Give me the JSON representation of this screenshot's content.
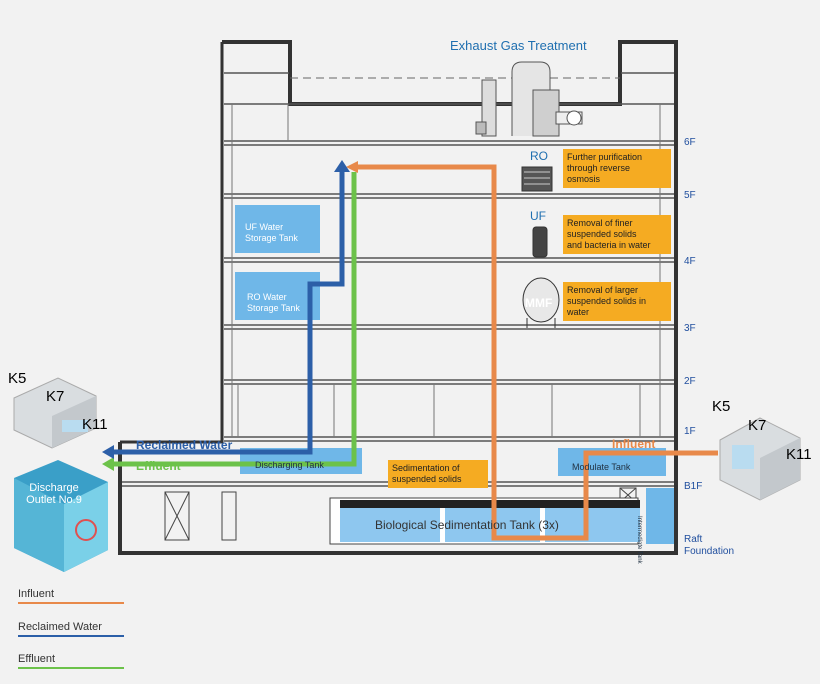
{
  "title": "Exhaust Gas Treatment",
  "floors": [
    "6F",
    "5F",
    "4F",
    "3F",
    "2F",
    "1F",
    "B1F",
    "Raft",
    "Foundation"
  ],
  "equipment": {
    "ro": {
      "label": "RO",
      "note": [
        "Further purification",
        "through reverse",
        "osmosis"
      ]
    },
    "uf": {
      "label": "UF",
      "note": [
        "Removal of finer",
        "suspended solids",
        "and bacteria in water"
      ]
    },
    "mmf": {
      "label": "MMF",
      "note": [
        "Removal of larger",
        "suspended solids in",
        "water"
      ]
    }
  },
  "tanks": {
    "uf_storage": [
      "UF Water",
      "Storage Tank"
    ],
    "ro_storage": [
      "RO Water",
      "Storage Tank"
    ],
    "discharging": "Discharging Tank",
    "modulate": "Modulate Tank",
    "intermediate": "Intermediate Tank",
    "biological": "Biological Sedimentation Tank (3x)"
  },
  "sedimentation_note": [
    "Sedimentation of",
    "suspended solids"
  ],
  "flows": {
    "reclaimed": "Reclaimed Water",
    "effluent": "Effluent",
    "influent": "Influent"
  },
  "buildings_left": [
    "K5",
    "K7",
    "K11"
  ],
  "buildings_right": [
    "K5",
    "K7",
    "K11"
  ],
  "outlet": [
    "Discharge",
    "Outlet No.9"
  ],
  "legend": [
    {
      "label": "Influent",
      "color": "#e8894a"
    },
    {
      "label": "Reclaimed Water",
      "color": "#2c5fa8"
    },
    {
      "label": "Effluent",
      "color": "#6cc24a"
    }
  ],
  "colors": {
    "influent": "#e8894a",
    "reclaimed": "#2c5fa8",
    "effluent": "#6cc24a",
    "tank": "#6fb7e8",
    "note": "#f5ab22"
  }
}
